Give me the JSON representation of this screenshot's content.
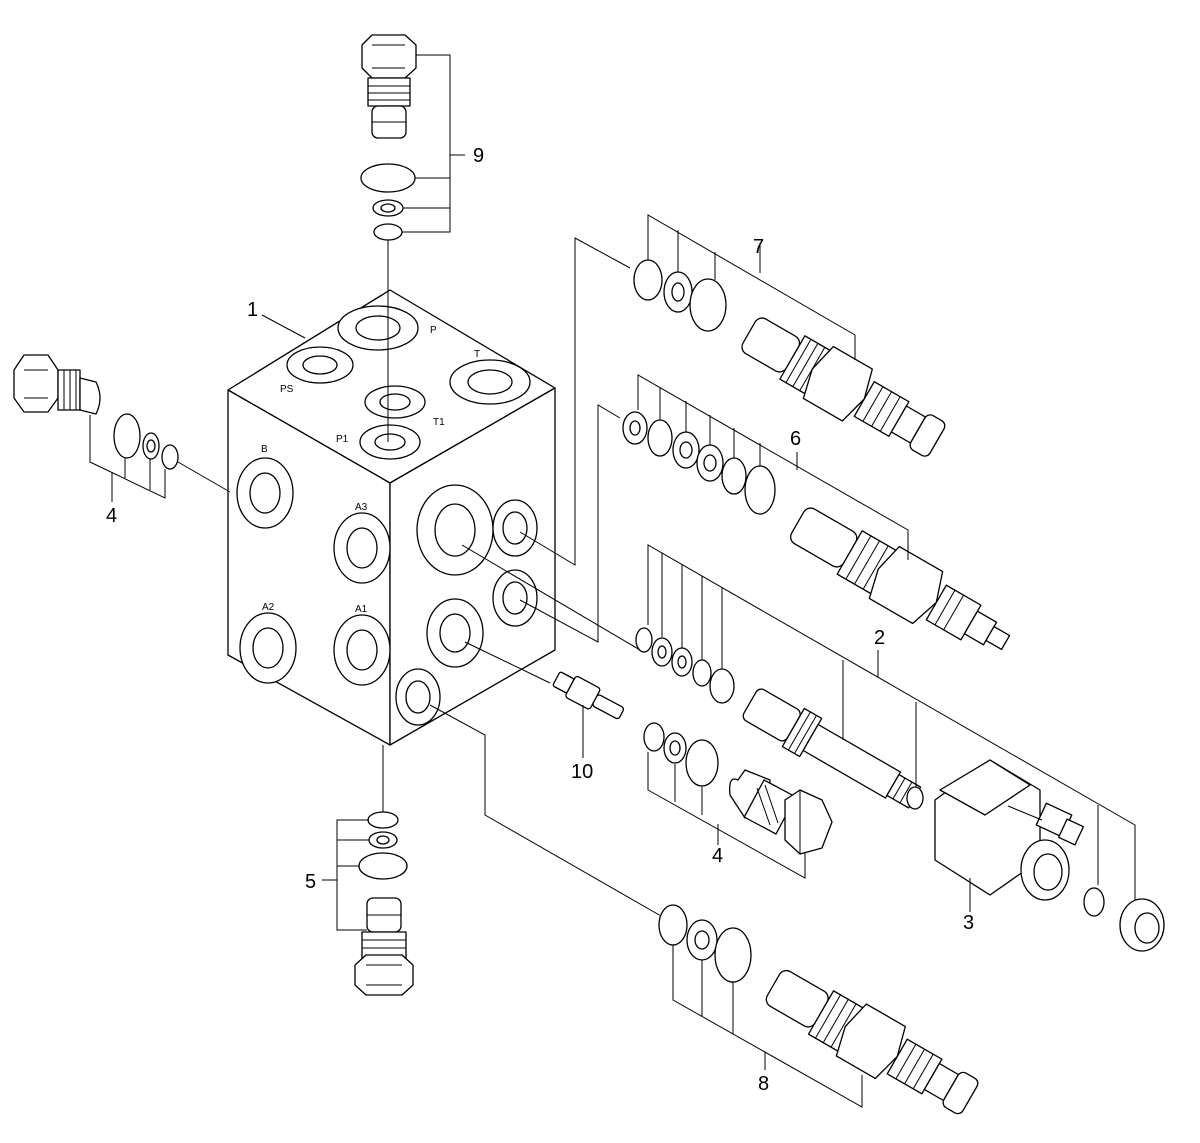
{
  "callouts": {
    "c1": "1",
    "c2": "2",
    "c3": "3",
    "c4a": "4",
    "c4b": "4",
    "c5": "5",
    "c6": "6",
    "c7": "7",
    "c8": "8",
    "c9": "9",
    "c10": "10"
  },
  "ports": {
    "p": "P",
    "t": "T",
    "ps": "PS",
    "t1": "T1",
    "p1": "P1",
    "b": "B",
    "a3": "A3",
    "a2": "A2",
    "a1": "A1"
  }
}
